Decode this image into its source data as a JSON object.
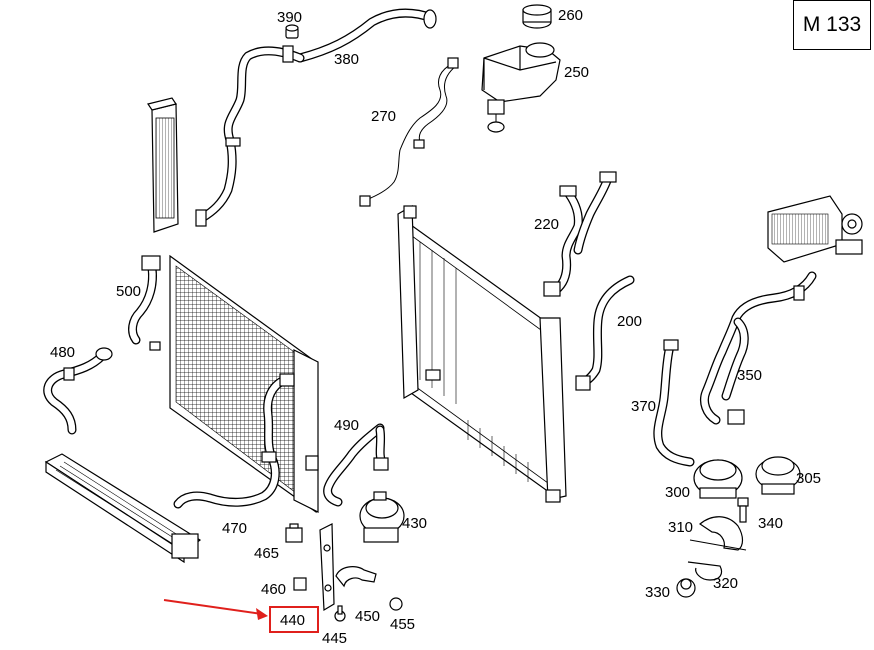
{
  "model_code": "M 133",
  "callouts": {
    "p200": "200",
    "p220": "220",
    "p250": "250",
    "p260": "260",
    "p270": "270",
    "p300": "300",
    "p305": "305",
    "p310": "310",
    "p320": "320",
    "p330": "330",
    "p340": "340",
    "p350": "350",
    "p370": "370",
    "p380": "380",
    "p390": "390",
    "p430": "430",
    "p440": "440",
    "p445": "445",
    "p450": "450",
    "p455": "455",
    "p460": "460",
    "p465": "465",
    "p470": "470",
    "p480": "480",
    "p490": "490",
    "p500": "500"
  },
  "highlight": {
    "part": "440",
    "color": "#e0201c"
  }
}
